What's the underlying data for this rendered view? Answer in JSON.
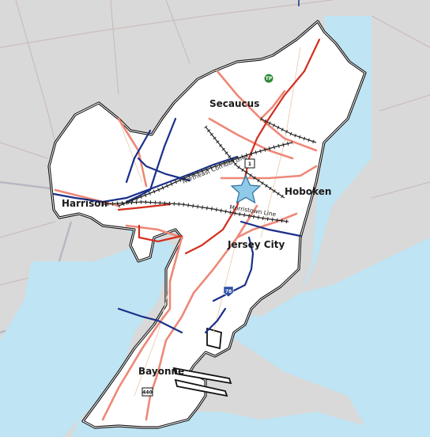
{
  "map": {
    "places": [
      {
        "name": "Secaucus"
      },
      {
        "name": "Hoboken"
      },
      {
        "name": "Harrison"
      },
      {
        "name": "Jersey City"
      },
      {
        "name": "Bayonne"
      }
    ],
    "rail_lines": {
      "northeast": "Northeast Corridor Line",
      "morristown": "Morristown Line"
    },
    "shields": {
      "us1": "1",
      "i78": "78",
      "rt440": "440",
      "turnpike": "TP"
    },
    "colors": {
      "land_outside": "#d9d9d9",
      "study_area": "#ffffff",
      "water": "#bfe4f3",
      "major_road": "#ee8878",
      "route": "#d42e1e",
      "transit": "#1a2f8a",
      "boundary": "#111111",
      "star": "#8fcae8"
    }
  }
}
